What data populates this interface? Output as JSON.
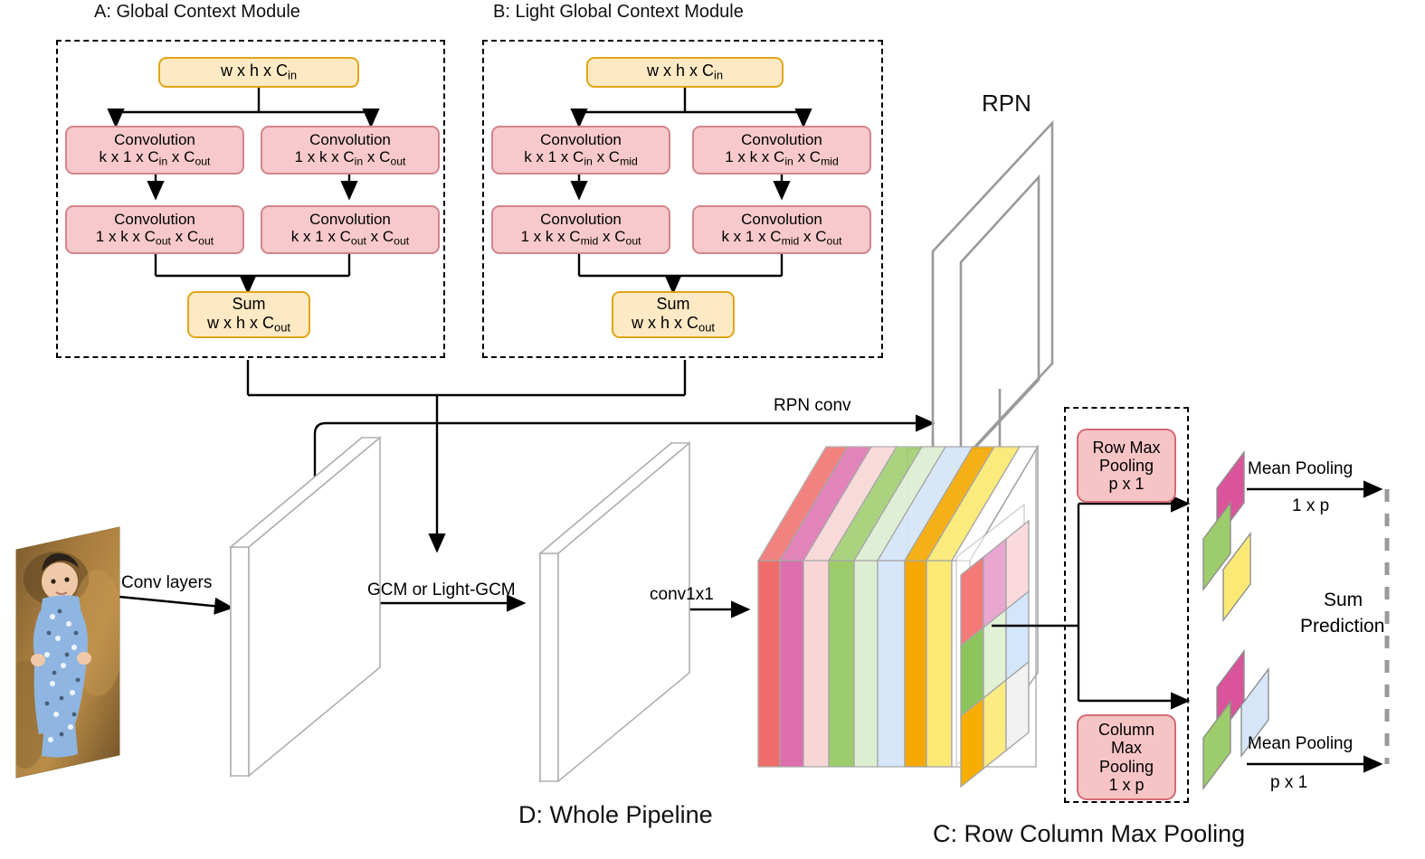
{
  "figure": {
    "panelA_title": "A: Global Context Module",
    "panelB_title": "B: Light Global Context Module",
    "panelC_title": "C: Row Column Max Pooling",
    "panelD_title": "D: Whole Pipeline"
  },
  "panelA": {
    "input": {
      "line1": "w x h x C",
      "sub1": "in"
    },
    "conv_tl": {
      "line1": "Convolution",
      "line2a": "k x 1 x C",
      "sub_a": "in",
      "line2b": " x C",
      "sub_b": "out"
    },
    "conv_tr": {
      "line1": "Convolution",
      "line2a": "1 x k x C",
      "sub_a": "in",
      "line2b": " x C",
      "sub_b": "out"
    },
    "conv_bl": {
      "line1": "Convolution",
      "line2a": "1 x k  x C",
      "sub_a": "out",
      "line2b": " x C",
      "sub_b": "out"
    },
    "conv_br": {
      "line1": "Convolution",
      "line2a": "k x 1 x C",
      "sub_a": "out",
      "line2b": " x C",
      "sub_b": "out"
    },
    "sum": {
      "line1": "Sum",
      "line2a": "w x h x C",
      "sub_a": "out"
    }
  },
  "panelB": {
    "input": {
      "line1": "w x h x C",
      "sub1": "in"
    },
    "conv_tl": {
      "line1": "Convolution",
      "line2a": "k x 1 x C",
      "sub_a": "in",
      "line2b": " x C",
      "sub_b": "mid"
    },
    "conv_tr": {
      "line1": "Convolution",
      "line2a": "1 x k x C",
      "sub_a": "in",
      "line2b": " x C",
      "sub_b": "mid"
    },
    "conv_bl": {
      "line1": "Convolution",
      "line2a": "1 x k  x C",
      "sub_a": "mid",
      "line2b": " x C",
      "sub_b": "out"
    },
    "conv_br": {
      "line1": "Convolution",
      "line2a": "k x 1 x C",
      "sub_a": "mid",
      "line2b": " x C",
      "sub_b": "out"
    },
    "sum": {
      "line1": "Sum",
      "line2a": "w x h x C",
      "sub_a": "out"
    }
  },
  "panelC": {
    "row_max_pooling": {
      "l1": "Row Max",
      "l2": "Pooling",
      "l3": "p x 1"
    },
    "column_max_pooling": {
      "l1": "Column",
      "l2": "Max",
      "l3": "Pooling",
      "l4": "1 x p"
    },
    "mean_pooling_top": "Mean Pooling",
    "mean_pooling_top_shape": "1 x p",
    "mean_pooling_bottom": "Mean Pooling",
    "mean_pooling_bottom_shape": "p x 1",
    "sum_prediction_l1": "Sum",
    "sum_prediction_l2": "Prediction"
  },
  "panelD": {
    "conv_layers_label": "Conv layers",
    "gcm_label": "GCM or Light-GCM",
    "conv1x1_label": "conv1x1",
    "rpn_label": "RPN",
    "rpn_conv_label": "RPN conv"
  },
  "colors": {
    "yellow_fill": "#fde9c4",
    "yellow_border": "#e0a516",
    "pink_fill": "#f7c9cc",
    "pink_border": "#d4848c",
    "slab_salmon": "#ef6d6a",
    "slab_magenta": "#dd6fae",
    "slab_lightpink": "#f9d6d6",
    "slab_green": "#9ccc6b",
    "slab_lightgreen": "#ddefd3",
    "slab_lightblue": "#d6e6f8",
    "slab_orange": "#f5a800",
    "slab_yellow": "#fbe976",
    "slab_white": "#ffffff",
    "outline_gray": "#9a9a9a",
    "sum_bracket_gray": "#9a9a9a"
  },
  "feature_stack": {
    "slab_colors": [
      "#ef6d6a",
      "#dd6fae",
      "#f9d6d6",
      "#9ccc6b",
      "#ddefd3",
      "#d6e6f8",
      "#f5a800",
      "#fbe976",
      "#ffffff"
    ],
    "grid_cells": [
      [
        "#f47a78",
        "#e9a6d0",
        "#fadadd"
      ],
      [
        "#8dc45c",
        "#e2f0d6",
        "#d4e6fa"
      ],
      [
        "#f7ae00",
        "#fceb80",
        "#f2f2f2"
      ]
    ]
  },
  "small_maps": {
    "top_row": [
      "#d9549a",
      "#9ccc6b",
      "#fbe976"
    ],
    "bottom_row": [
      "#d9549a",
      "#9ccc6b",
      "#d6e6f8"
    ]
  }
}
